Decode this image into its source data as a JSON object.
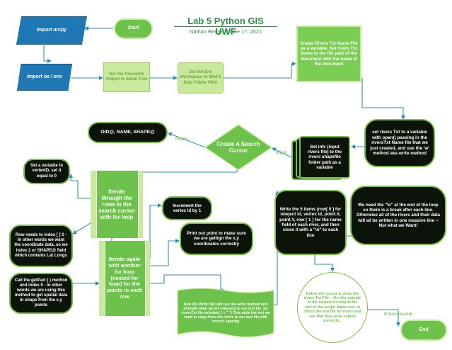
{
  "header": {
    "title": "Lab 5 Python GIS UWF",
    "subtitle": "Nathan Berger  |  June 17, 2021"
  },
  "nodes": {
    "start": "Start",
    "import_arcpy": "Import arcpy",
    "import_os": "Import os / env",
    "overwrite": "Set the Overwrite Output to equal True",
    "env_workspace": "Set the Env Workspace to Mod 5 Data Folder PAth",
    "create_rivers_txt": "Create Rivers Txt Name File as a variable. Set rivers Txt Name to the file path of the document with the name of the document",
    "set_rivers_txt": "set rivers Txt to a variable with open()  passing in the riversTxt Name file that we just created, and use the 'w' method aka write method",
    "set_infc": "Set infc (input rivers file) to the rivers shapefile folder path as a variable",
    "search_cursor": "Create A Search Cursor",
    "fields": "OID@, NAME, SHAPE@",
    "vertex_var": "Set a variable to vertexID, set it equal to 0",
    "iterate_rows": "Iterate through the rows in the search cursor with for loop",
    "row_index": "Row needs to index [ ] 2 - In other words we want the coordinate data, so we index 2 or SHAPE@ field which contains Lat Longs",
    "getpart": "Call the getPart ( ) method and index 0 - In other words we are using this method to get spatial data in shape from the x,y points",
    "iterate_nested": "Iterate again with another for loop (nested for loop) for the points in each row",
    "increment_vertex": "Increment the vertex id by 1",
    "print_point": "Print out point to make sure we are gettign the x,y coordinates correctly",
    "write_items": "Write the 5 items (row[ 0 ] for obeject id, vertex id, point.X, point.Y, row [ 1 ] for the name field of each river, and then close it with a \"\\n\" to each line",
    "need_n": "We need the \"\\n\" at the end of the loop so there is a break after each line. Otherwise all of the rivers and their data will all be written in one massive line -- Not what we Want!",
    "new_we_write": "New We Write! We will use the write method and stringify what we are indexing to our text file. So riversTxt file.write(str( [ + \" \") This adds the text we want to copy from our rivers to our text file with correct spacing",
    "delete_cursor": "Delete the cursor & close the rivers Txt File -- Do this outside of the nested for loop at the end of the script! Make sure to check the text file for rivers and see that they were copied correctly...",
    "end": "End"
  },
  "edge_labels": {
    "fields": "Fields",
    "input": "Input",
    "if_successful": "If Successful"
  },
  "colors": {
    "title": "#2e8f47",
    "blue": "#1f78b4",
    "light_green": "#c9ea9e",
    "green": "#6cc24a",
    "dark": "#0c140a",
    "outline_green": "#7cc043",
    "wire": "#2d8fb0"
  }
}
